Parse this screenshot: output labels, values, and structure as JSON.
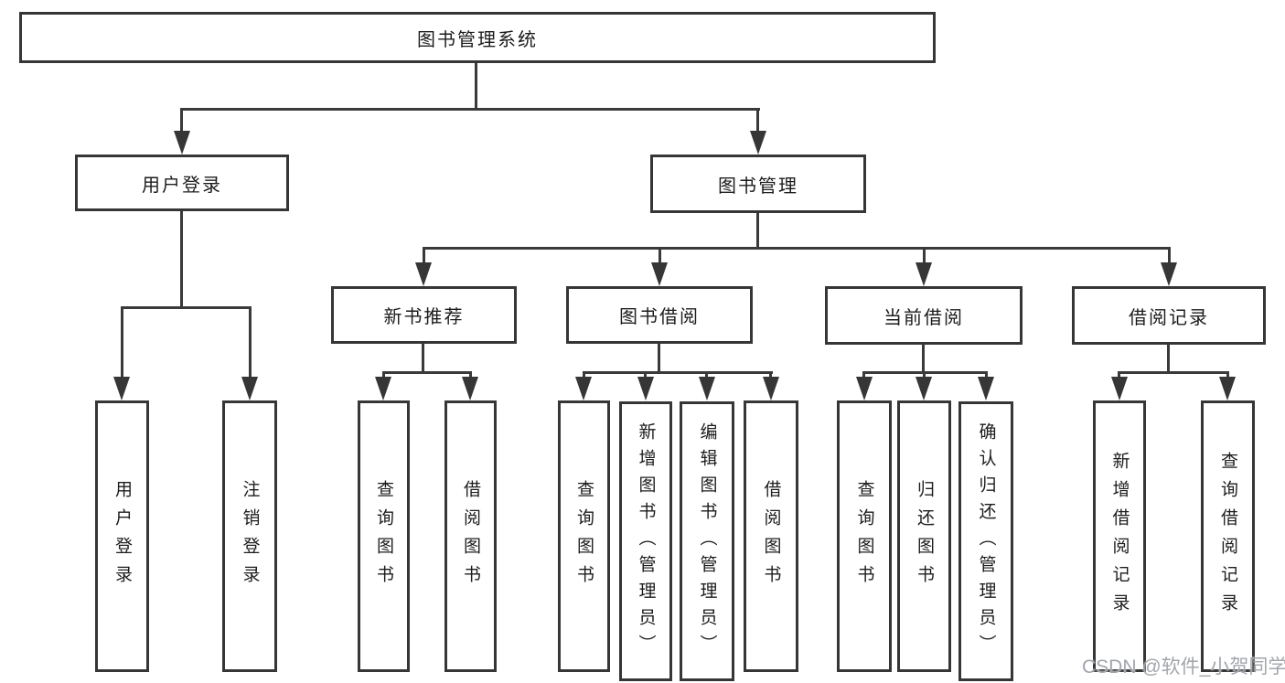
{
  "nodes": {
    "root": "图书管理系统",
    "level2": [
      {
        "label": "用户登录"
      },
      {
        "label": "图书管理"
      }
    ],
    "level3": [
      {
        "label": "新书推荐"
      },
      {
        "label": "图书借阅"
      },
      {
        "label": "当前借阅"
      },
      {
        "label": "借阅记录"
      }
    ],
    "leaves": [
      {
        "label": "用户登录"
      },
      {
        "label": "注销登录"
      },
      {
        "label": "查询图书"
      },
      {
        "label": "借阅图书"
      },
      {
        "label": "查询图书"
      },
      {
        "label": "新增图书（管理员）"
      },
      {
        "label": "编辑图书（管理员）"
      },
      {
        "label": "借阅图书"
      },
      {
        "label": "查询图书"
      },
      {
        "label": "归还图书"
      },
      {
        "label": "确认归还（管理员）"
      },
      {
        "label": "新增借阅记录"
      },
      {
        "label": "查询借阅记录"
      }
    ]
  },
  "watermark": {
    "text": "CSDN @软件_小贺同学"
  },
  "colors": {
    "line": "#3a3a3a",
    "border": "#363636",
    "text": "#1c1c1c",
    "watermark": "#a2a6ac",
    "background": "#ffffff"
  }
}
